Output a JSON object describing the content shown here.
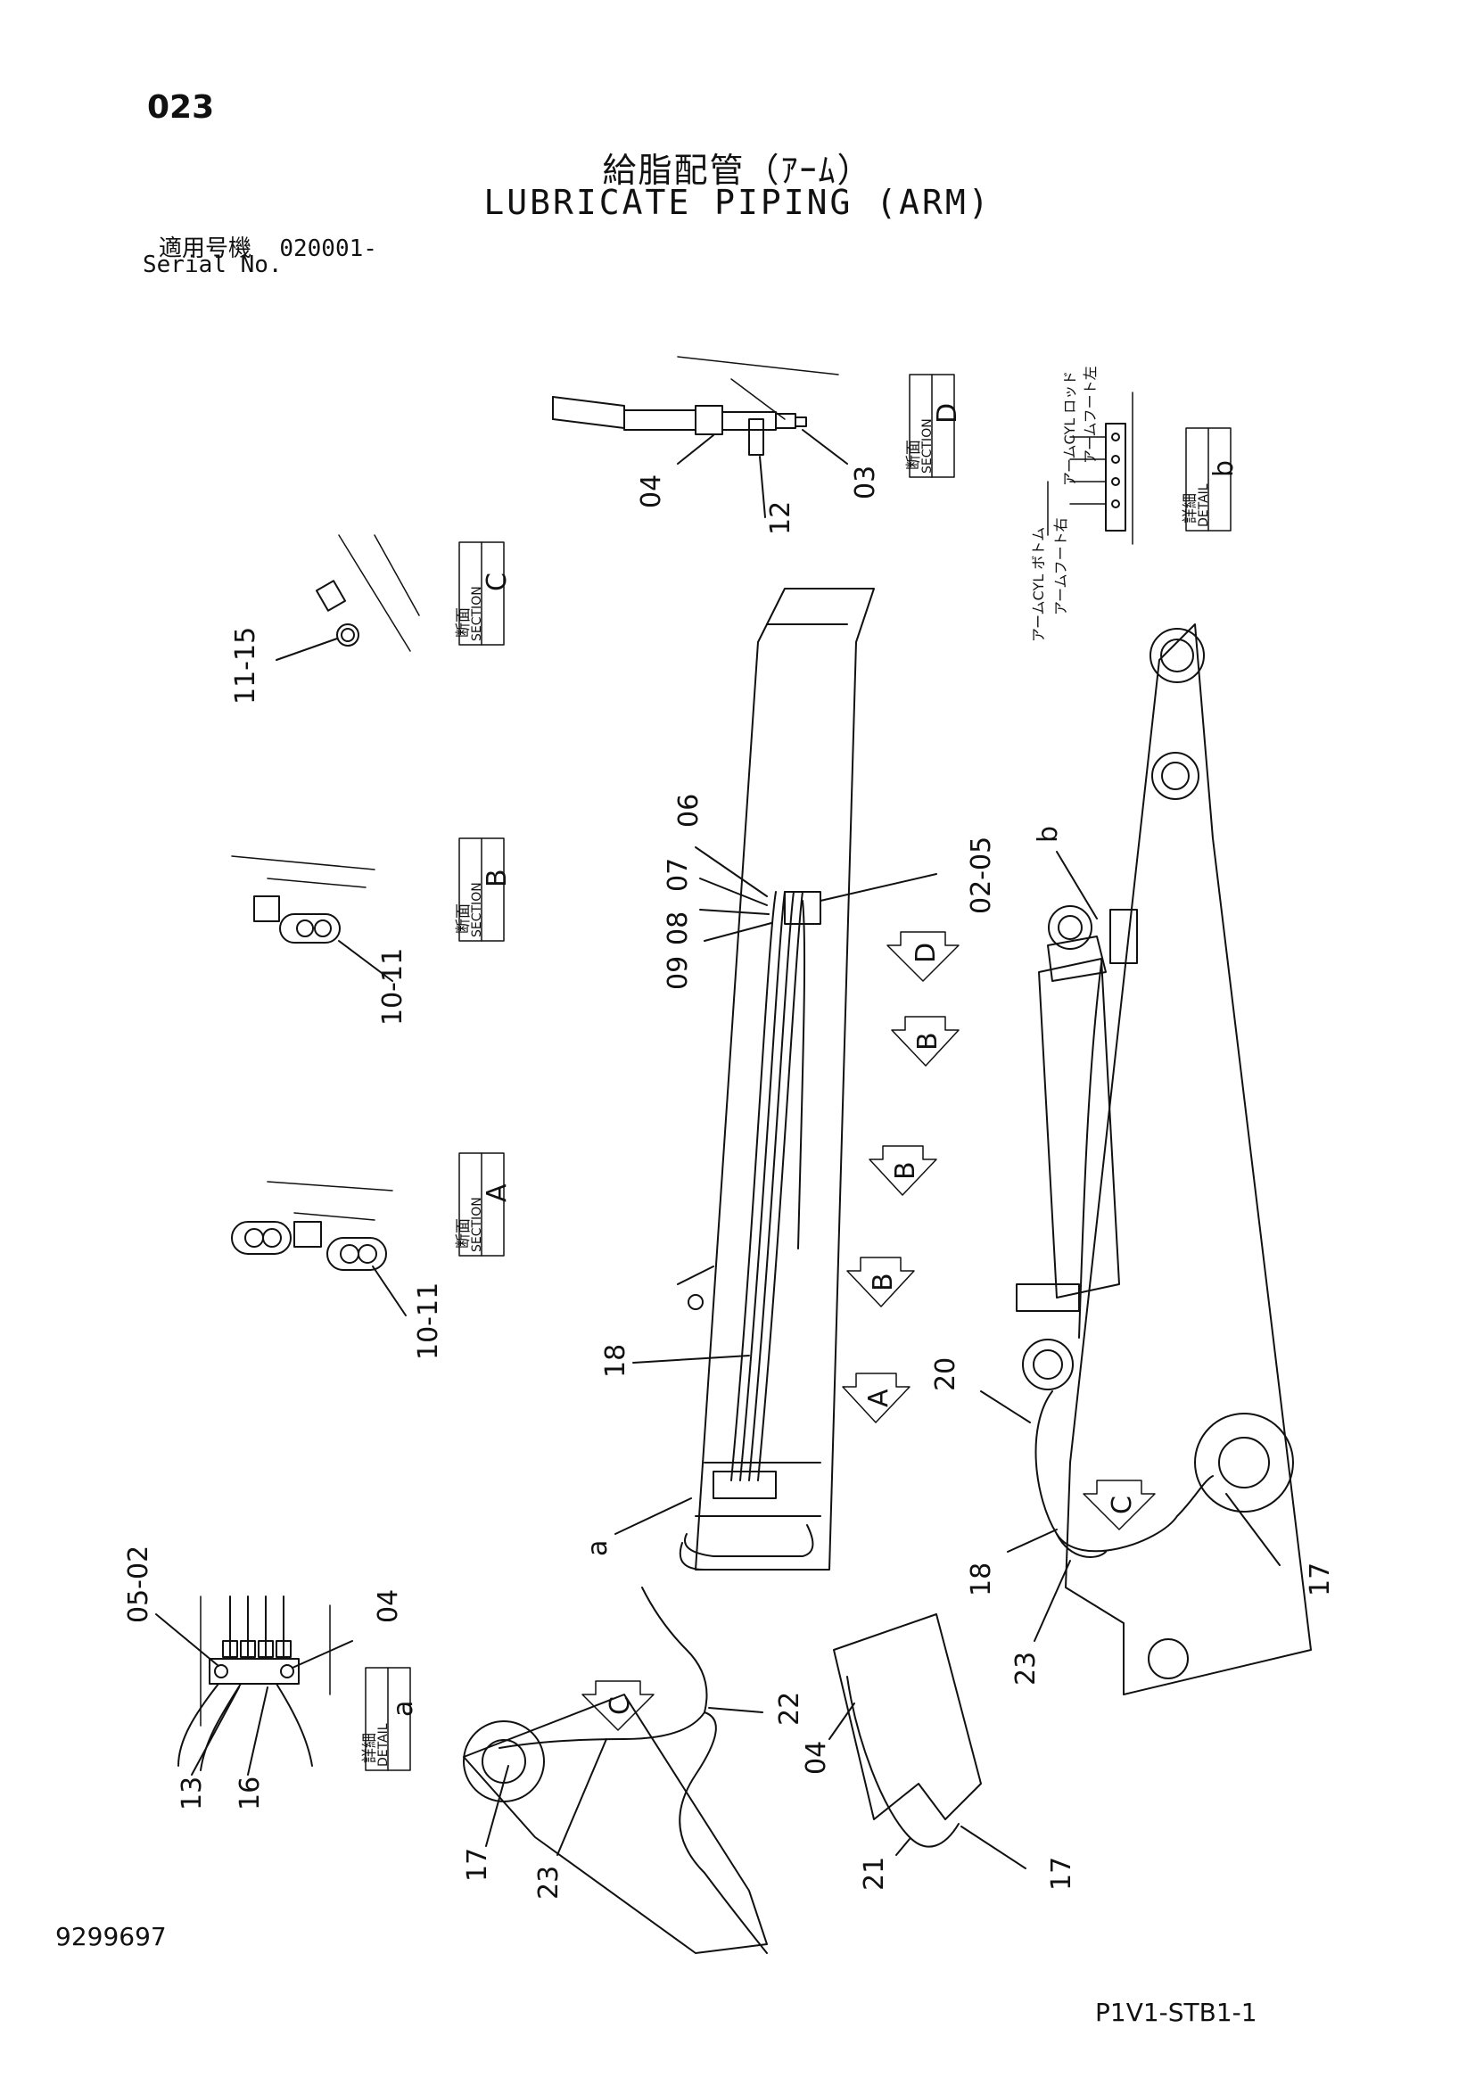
{
  "header": {
    "page_number": "023",
    "title_jp": "給脂配管（ｱｰﾑ）",
    "title_en": "LUBRICATE PIPING (ARM)",
    "serial_label_jp": "適用号機",
    "serial_value": "020001-",
    "serial_label_en": "Serial No."
  },
  "footer": {
    "document_number": "9299697",
    "page_code": "P1V1-STB1-1"
  },
  "views": {
    "section_jp": "断面",
    "section_en": "SECTION",
    "detail_jp": "詳細",
    "detail_en": "DETAIL",
    "section_d": "D",
    "section_c": "C",
    "section_b": "B",
    "section_a": "A",
    "detail_b": "b",
    "detail_a": "a"
  },
  "detail_b_labels": {
    "rod": "アームCYL ロッド",
    "foot_left": "アームフート左",
    "bottom": "アームCYL ボトム",
    "foot_right": "アームフート右"
  },
  "callouts": {
    "section_d_04": "04",
    "section_d_12": "12",
    "section_d_03": "03",
    "section_c_11_15": "11-15",
    "section_b_10_11": "10-11",
    "section_a_10_11": "10-11",
    "arm_06": "06",
    "arm_07": "07",
    "arm_08": "08",
    "arm_09": "09",
    "arm_02_05": "02-05",
    "arm_18": "18",
    "arm_a": "a",
    "boom_b": "b",
    "boom_20": "20",
    "boom_18": "18",
    "boom_23": "23",
    "boom_17": "17",
    "detail_a_05_02": "05-02",
    "detail_a_04": "04",
    "detail_a_13": "13",
    "detail_a_16": "16",
    "bottom_17": "17",
    "bottom_23": "23",
    "bottom_22": "22",
    "bucket_04": "04",
    "bucket_21": "21",
    "bucket_17": "17"
  },
  "view_arrows": {
    "arrow_d": "D",
    "arrow_b1": "B",
    "arrow_b2": "B",
    "arrow_b3": "B",
    "arrow_a": "A",
    "arrow_c1": "C",
    "arrow_c2": "C"
  }
}
